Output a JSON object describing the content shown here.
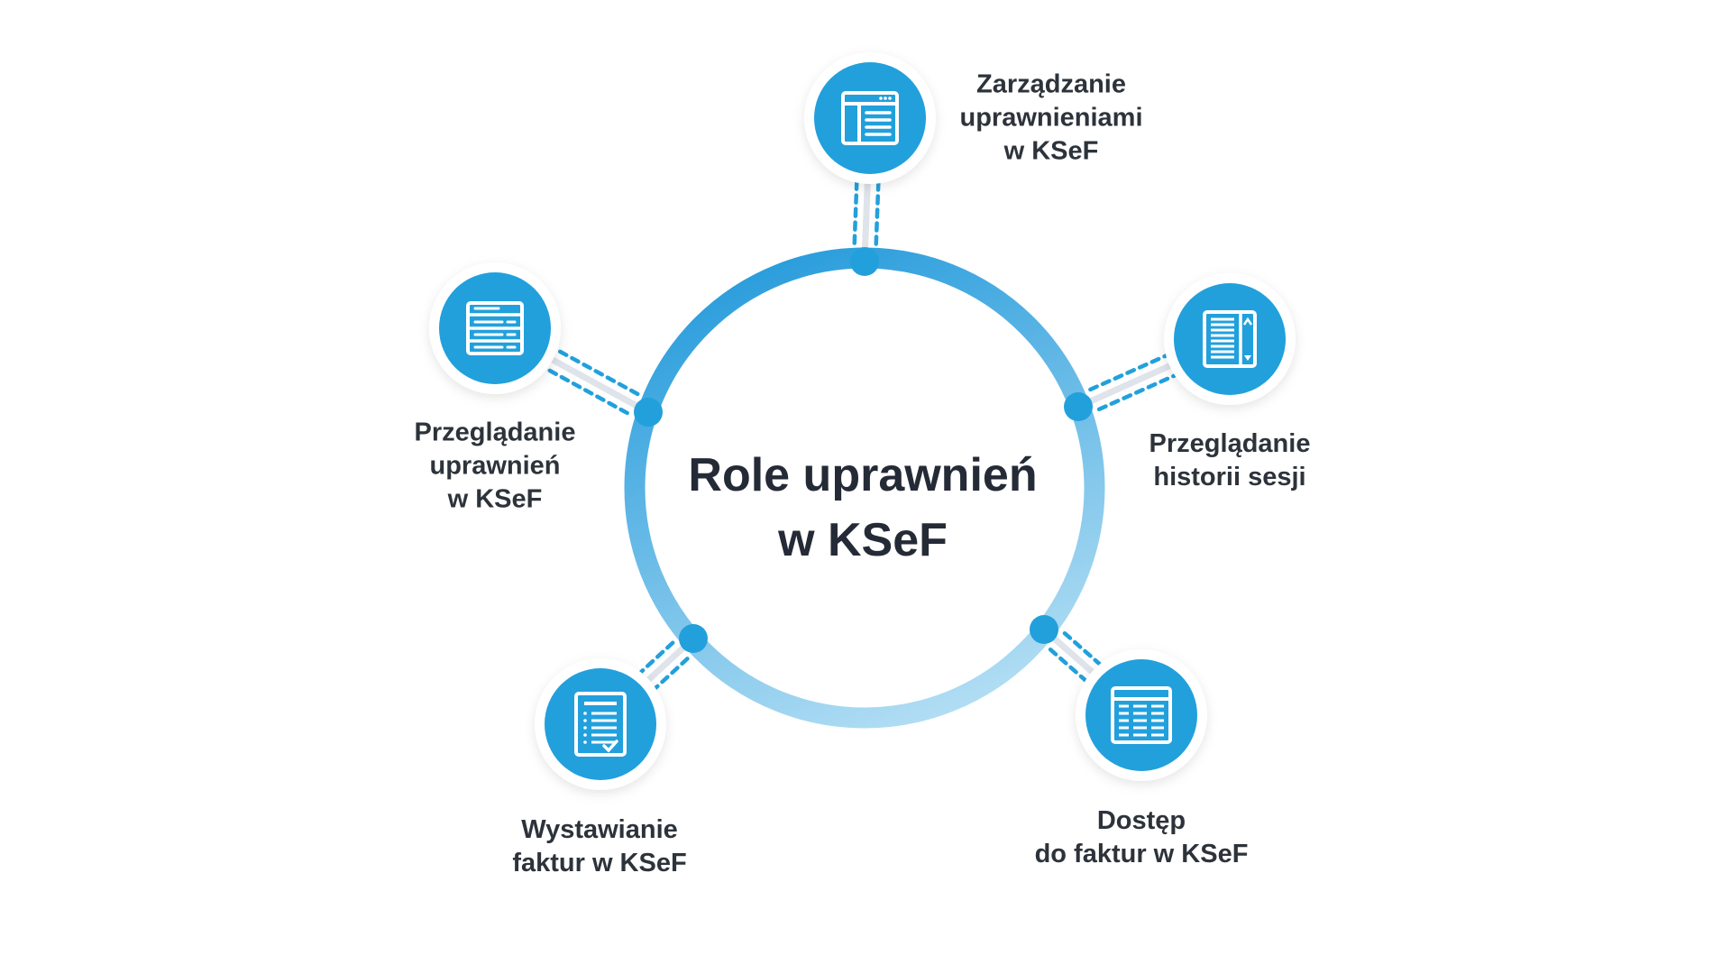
{
  "title": {
    "line1": "Role uprawnień",
    "line2": "w KSeF"
  },
  "colors": {
    "accent": "#22a0dc",
    "ring_start": "#2a9ddc",
    "ring_end": "#b3def4",
    "text": "#2d333b",
    "connector": "#dfe3ea"
  },
  "roles": [
    {
      "id": "manage",
      "icon": "browser-window-icon",
      "lines": [
        "Zarządzanie",
        "uprawnieniami",
        "w KSeF"
      ]
    },
    {
      "id": "view-permissions",
      "icon": "table-list-icon",
      "lines": [
        "Przeglądanie",
        "uprawnień",
        "w KSeF"
      ]
    },
    {
      "id": "session-history",
      "icon": "scroll-document-icon",
      "lines": [
        "Przeglądanie",
        "historii sesji"
      ]
    },
    {
      "id": "issue-invoices",
      "icon": "invoice-check-icon",
      "lines": [
        "Wystawianie",
        "faktur w KSeF"
      ]
    },
    {
      "id": "invoice-access",
      "icon": "spreadsheet-icon",
      "lines": [
        "Dostęp",
        "do faktur w KSeF"
      ]
    }
  ]
}
